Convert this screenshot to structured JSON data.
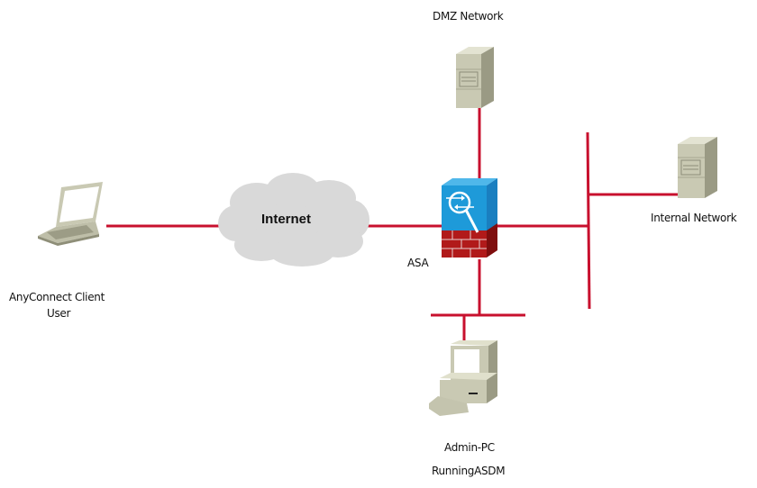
{
  "diagram": {
    "link_color": "#c8102e",
    "nodes": {
      "dmz": {
        "label": "DMZ Network"
      },
      "internet": {
        "label": "Internet"
      },
      "asa": {
        "label": "ASA"
      },
      "client": {
        "label_line1": "AnyConnect Client",
        "label_line2": "User"
      },
      "internal": {
        "label": "Internal Network"
      },
      "admin": {
        "label_line1": "Admin-PC",
        "label_line2": "RunningASDM"
      }
    }
  }
}
